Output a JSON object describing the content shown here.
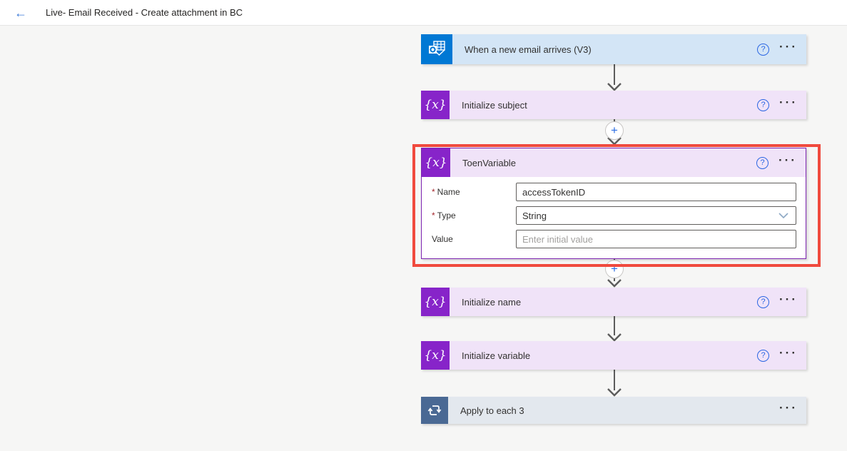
{
  "topbar": {
    "title": "Live- Email Received - Create attachment in BC"
  },
  "icons": {
    "back": "←",
    "help": "?",
    "more": "···",
    "plus": "+",
    "variable_glyph": "{x}"
  },
  "steps": [
    {
      "label": "When a new email arrives (V3)",
      "icon": "outlook-email-icon",
      "has_help": true
    },
    {
      "label": "Initialize subject",
      "icon": "variable-icon",
      "has_help": true
    },
    {
      "label": "ToenVariable",
      "icon": "variable-icon",
      "has_help": true,
      "expanded": true
    },
    {
      "label": "Initialize name",
      "icon": "variable-icon",
      "has_help": true
    },
    {
      "label": "Initialize variable",
      "icon": "variable-icon",
      "has_help": true
    },
    {
      "label": "Apply to each 3",
      "icon": "apply-to-each-icon",
      "has_help": false
    }
  ],
  "expanded_step": {
    "fields": [
      {
        "label": "Name",
        "required_marker": "*",
        "control": "text-input",
        "value": "accessTokenID"
      },
      {
        "label": "Type",
        "required_marker": "*",
        "control": "dropdown",
        "value": "String"
      },
      {
        "label": "Value",
        "required_marker": "",
        "control": "text-input",
        "placeholder": "Enter initial value"
      }
    ]
  },
  "colors": {
    "email_icon_bg": "#0078D4",
    "email_card_bg": "#D3E5F6",
    "variable_icon_bg": "#8724C9",
    "variable_card_bg": "#F0E3F8",
    "apply_icon_bg": "#4A6994",
    "apply_card_bg": "#E3E8EE",
    "highlight_border": "#F04A3E",
    "help_icon_blue": "#2B66E3",
    "canvas_bg": "#F6F6F5"
  }
}
